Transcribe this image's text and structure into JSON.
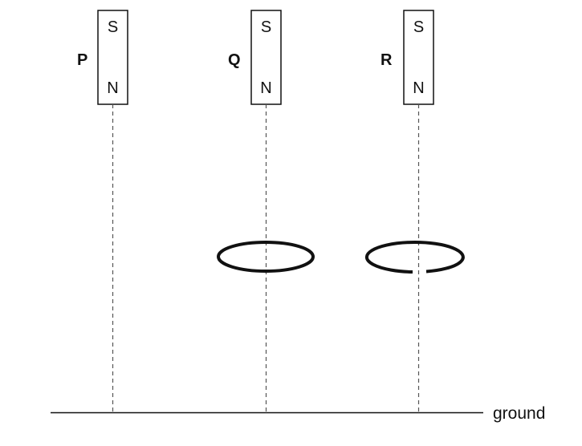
{
  "magnets": [
    {
      "label": "P",
      "top_pole": "S",
      "bottom_pole": "N"
    },
    {
      "label": "Q",
      "top_pole": "S",
      "bottom_pole": "N"
    },
    {
      "label": "R",
      "top_pole": "S",
      "bottom_pole": "N"
    }
  ],
  "rings": {
    "Q": "complete ring",
    "R": "ring with a gap"
  },
  "ground_label": "ground",
  "colors": {
    "stroke": "#111111",
    "dashed": "#555555"
  }
}
